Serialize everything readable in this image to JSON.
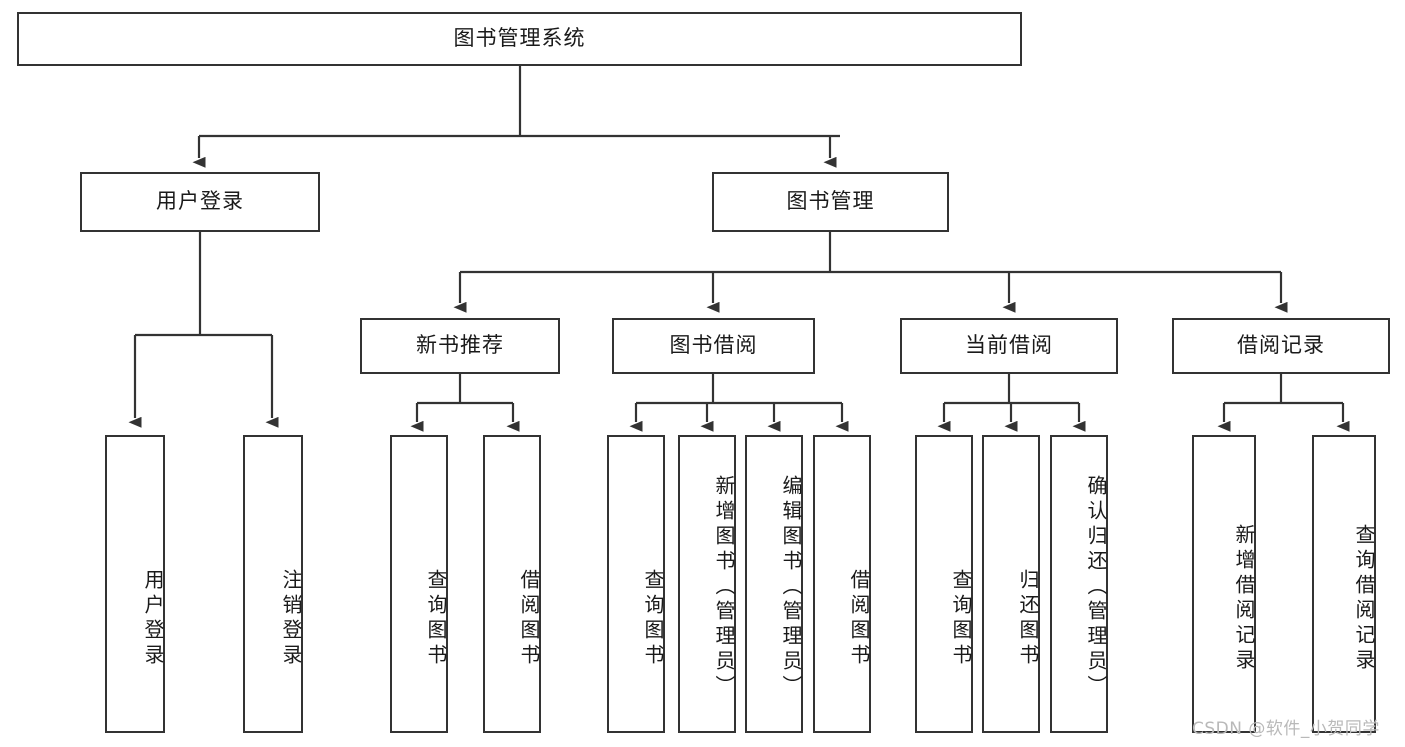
{
  "diagram": {
    "title": "图书管理系统",
    "type": "tree-hierarchy-chart",
    "root": {
      "id": "root",
      "label": "图书管理系统"
    },
    "level2": [
      {
        "id": "user-login",
        "label": "用户登录"
      },
      {
        "id": "book-manage",
        "label": "图书管理"
      }
    ],
    "level3": [
      {
        "id": "new-book-rec",
        "label": "新书推荐",
        "parent": "book-manage"
      },
      {
        "id": "book-borrow",
        "label": "图书借阅",
        "parent": "book-manage"
      },
      {
        "id": "current-borrow",
        "label": "当前借阅",
        "parent": "book-manage"
      },
      {
        "id": "borrow-record",
        "label": "借阅记录",
        "parent": "book-manage"
      }
    ],
    "leaves": [
      {
        "id": "leaf-user-login",
        "label": "用户登录",
        "parent": "user-login"
      },
      {
        "id": "leaf-logout-login",
        "label": "注销登录",
        "parent": "user-login"
      },
      {
        "id": "leaf-query-book-1",
        "label": "查询图书",
        "parent": "new-book-rec"
      },
      {
        "id": "leaf-borrow-book-1",
        "label": "借阅图书",
        "parent": "new-book-rec"
      },
      {
        "id": "leaf-query-book-2",
        "label": "查询图书",
        "parent": "book-borrow"
      },
      {
        "id": "leaf-add-book",
        "label": "新增图书（管理员）",
        "parent": "book-borrow"
      },
      {
        "id": "leaf-edit-book",
        "label": "编辑图书（管理员）",
        "parent": "book-borrow"
      },
      {
        "id": "leaf-borrow-book-2",
        "label": "借阅图书",
        "parent": "book-borrow"
      },
      {
        "id": "leaf-query-book-3",
        "label": "查询图书",
        "parent": "current-borrow"
      },
      {
        "id": "leaf-return-book",
        "label": "归还图书",
        "parent": "current-borrow"
      },
      {
        "id": "leaf-confirm-return",
        "label": "确认归还（管理员）",
        "parent": "current-borrow"
      },
      {
        "id": "leaf-add-record",
        "label": "新增借阅记录",
        "parent": "borrow-record"
      },
      {
        "id": "leaf-query-record",
        "label": "查询借阅记录",
        "parent": "borrow-record"
      }
    ]
  },
  "watermark": {
    "text": "CSDN @软件_小贺同学"
  },
  "colors": {
    "border": "#333333",
    "background": "#ffffff",
    "text": "#1a1a1a",
    "watermark": "#b9b9b9"
  }
}
